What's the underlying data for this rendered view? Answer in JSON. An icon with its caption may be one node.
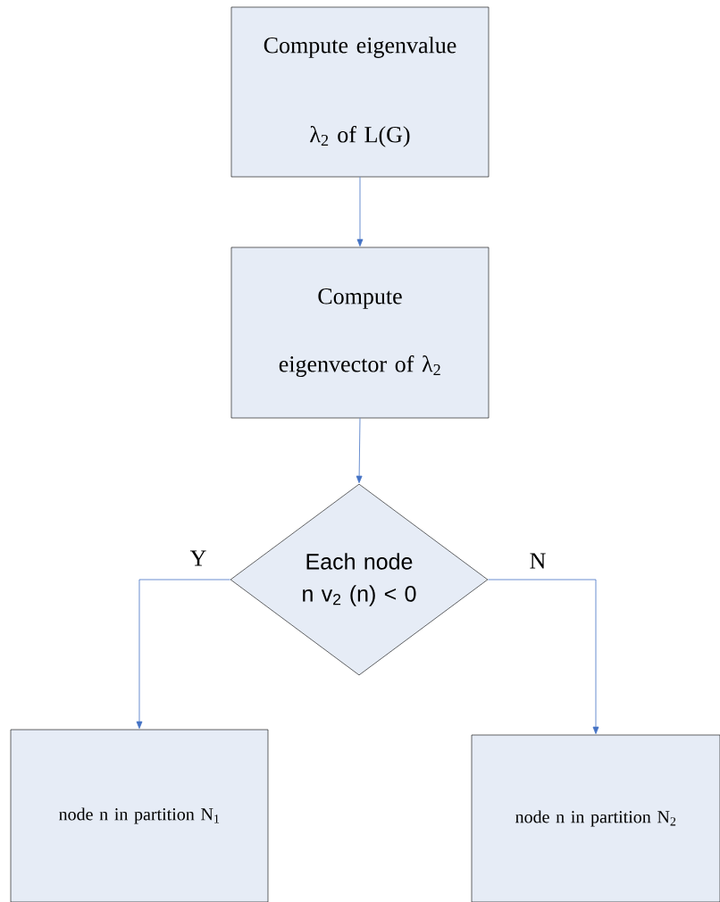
{
  "diagram": {
    "nodes": [
      {
        "text": [
          "Compute eigenvalue λ$_{2}$ of L(G)"
        ]
      },
      {
        "text": [
          "Compute eigenvector of λ$_{2}$"
        ]
      },
      {
        "text": [
          "Each node n v$_{2}$ (n) < 0"
        ]
      },
      {
        "text": [
          "node n in partition N$_{1}$"
        ]
      },
      {
        "text": [
          "node n in partition N$_{2}$"
        ]
      }
    ],
    "edges": [
      {
        "from": 0,
        "to": 1,
        "arrow": "to"
      },
      {
        "from": 1,
        "to": 2,
        "arrow": "to"
      },
      {
        "from": 2,
        "to": 3,
        "arrow": "to",
        "label": "Y"
      },
      {
        "from": 2,
        "to": 4,
        "arrow": "to",
        "label": "N"
      }
    ]
  }
}
